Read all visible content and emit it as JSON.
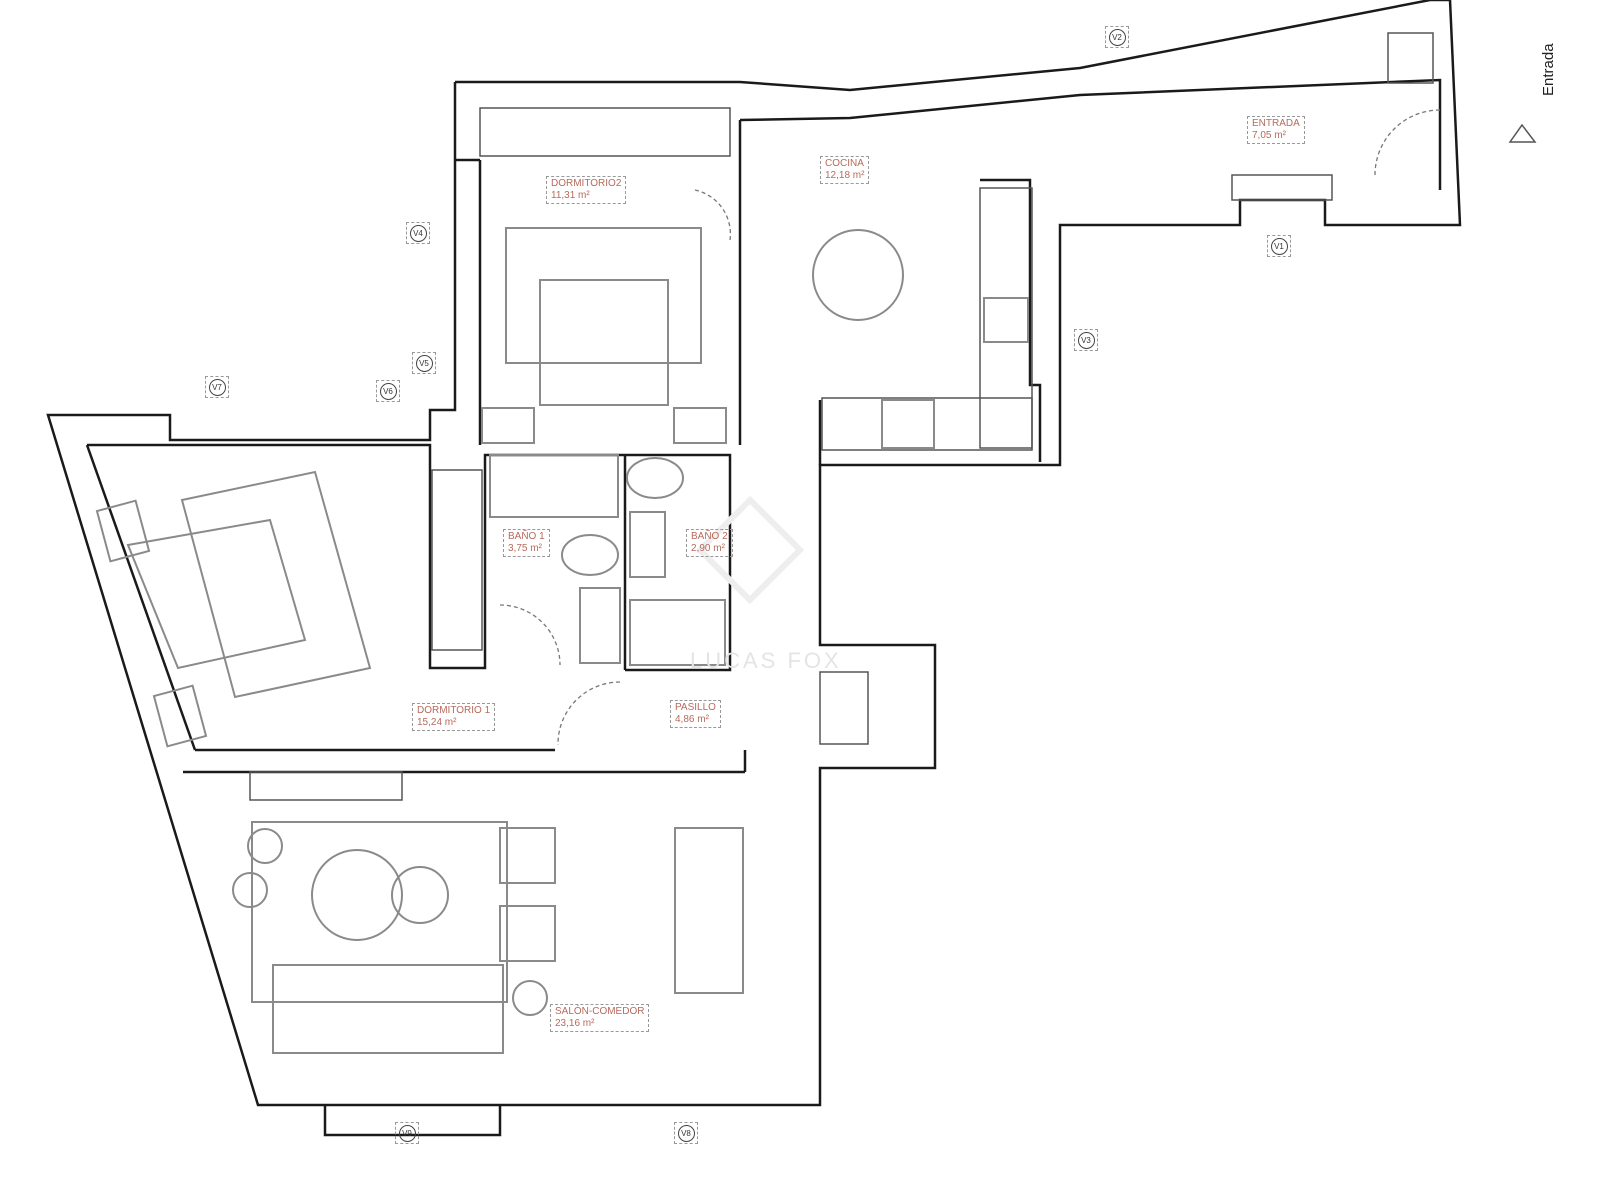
{
  "rooms": [
    {
      "name": "DORMITORIO2",
      "area": "11,31 m²"
    },
    {
      "name": "COCINA",
      "area": "12,18 m²"
    },
    {
      "name": "ENTRADA",
      "area": "7,05 m²"
    },
    {
      "name": "BAÑO 1",
      "area": "3,75 m²"
    },
    {
      "name": "BAÑO 2",
      "area": "2,90 m²"
    },
    {
      "name": "DORMITORIO 1",
      "area": "15,24 m²"
    },
    {
      "name": "PASILLO",
      "area": "4,86 m²"
    },
    {
      "name": "SALÓN-COMEDOR",
      "area": "23,16 m²"
    }
  ],
  "windows": [
    "V1",
    "V2",
    "V3",
    "V4",
    "V5",
    "V6",
    "V7",
    "V8",
    "V9"
  ],
  "entrance_label": "Entrada",
  "watermark": "LUCAS FOX"
}
